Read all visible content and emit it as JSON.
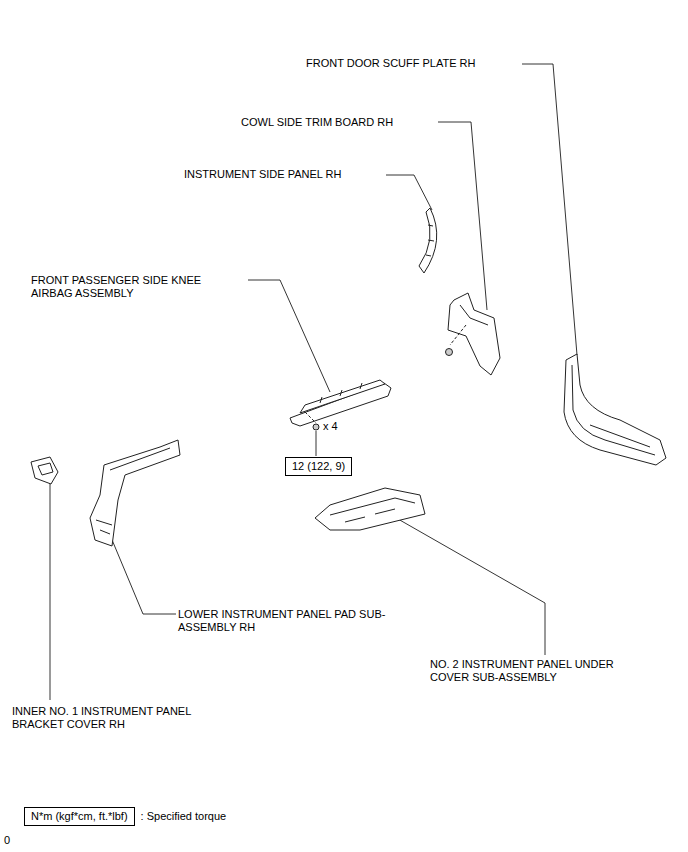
{
  "diagram": {
    "nodes": [
      {
        "text": [
          "12 (122, 9)"
        ]
      },
      {
        "text": [
          "N*m (kgf*cm, ft.*lbf)",
          ": Specified torque"
        ]
      }
    ],
    "labels": [
      "FRONT DOOR SCUFF PLATE RH",
      "COWL SIDE TRIM BOARD RH",
      "INSTRUMENT SIDE PANEL RH",
      "FRONT PASSENGER SIDE KNEE AIRBAG ASSEMBLY",
      "x 4",
      "LOWER INSTRUMENT PANEL PAD SUB-ASSEMBLY RH",
      "NO. 2 INSTRUMENT PANEL UNDER COVER SUB-ASSEMBLY",
      "INNER NO. 1 INSTRUMENT PANEL BRACKET COVER RH",
      "0"
    ]
  }
}
